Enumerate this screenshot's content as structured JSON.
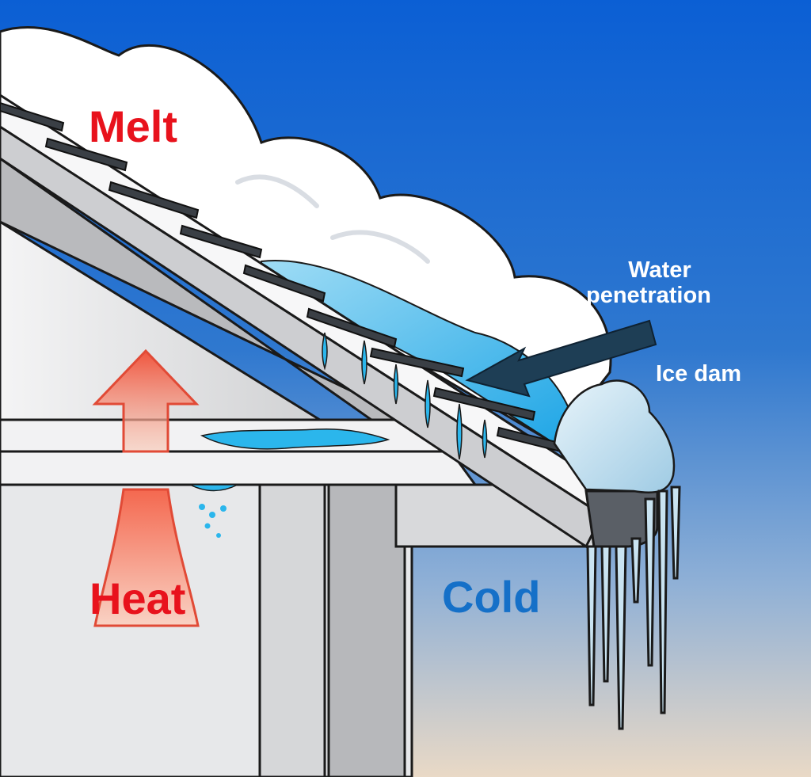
{
  "labels": {
    "melt": "Melt",
    "heat": "Heat",
    "cold": "Cold",
    "water_penetration_line1": "Water",
    "water_penetration_line2": "penetration",
    "ice_dam": "Ice dam"
  },
  "colors": {
    "sky_top": "#0b5fd4",
    "sky_bottom": "#e9d9c6",
    "melt_heat_text": "#e8121c",
    "cold_text": "#1570c8",
    "annotation_text": "#ffffff",
    "arrow_dark": "#1e3e55",
    "heat_arrow": "#f26b55",
    "melt_water": "#2bb6ec",
    "ice": "#c9e3f1",
    "icicle": "#2a2f35"
  }
}
